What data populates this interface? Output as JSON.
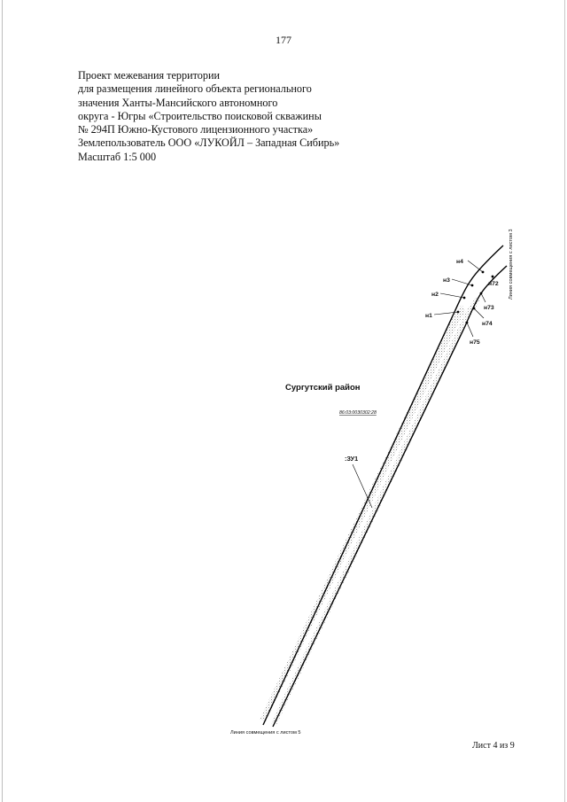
{
  "page": {
    "page_number": "177",
    "sheet_label": "Лист 4 из 9"
  },
  "title": {
    "lines": [
      "Проект межевания территории",
      "для размещения линейного объекта регионального",
      "значения Ханты-Мансийского автономного",
      "округа - Югры  «Строительство поисковой скважины",
      "№ 294П Южно-Кустового лицензионного участка»",
      "Землепользователь ООО «ЛУКОЙЛ – Западная Сибирь»",
      "Масштаб 1:5 000"
    ]
  },
  "map": {
    "district": "Сургутский район",
    "cadastral_number": "86:03:0030302:28",
    "parcel_label": ":ЗУ1",
    "match_line_top": "Линия совмещения с листом 3",
    "match_line_bottom": "Линия совмещения с листом 5",
    "points": {
      "n1": "н1",
      "n2": "н2",
      "n3": "н3",
      "n4": "н4",
      "n72": "н72",
      "n73": "н73",
      "n74": "н74",
      "n75": "н75"
    },
    "line_color": "#000000",
    "hatch_color": "#9a9a9a"
  }
}
